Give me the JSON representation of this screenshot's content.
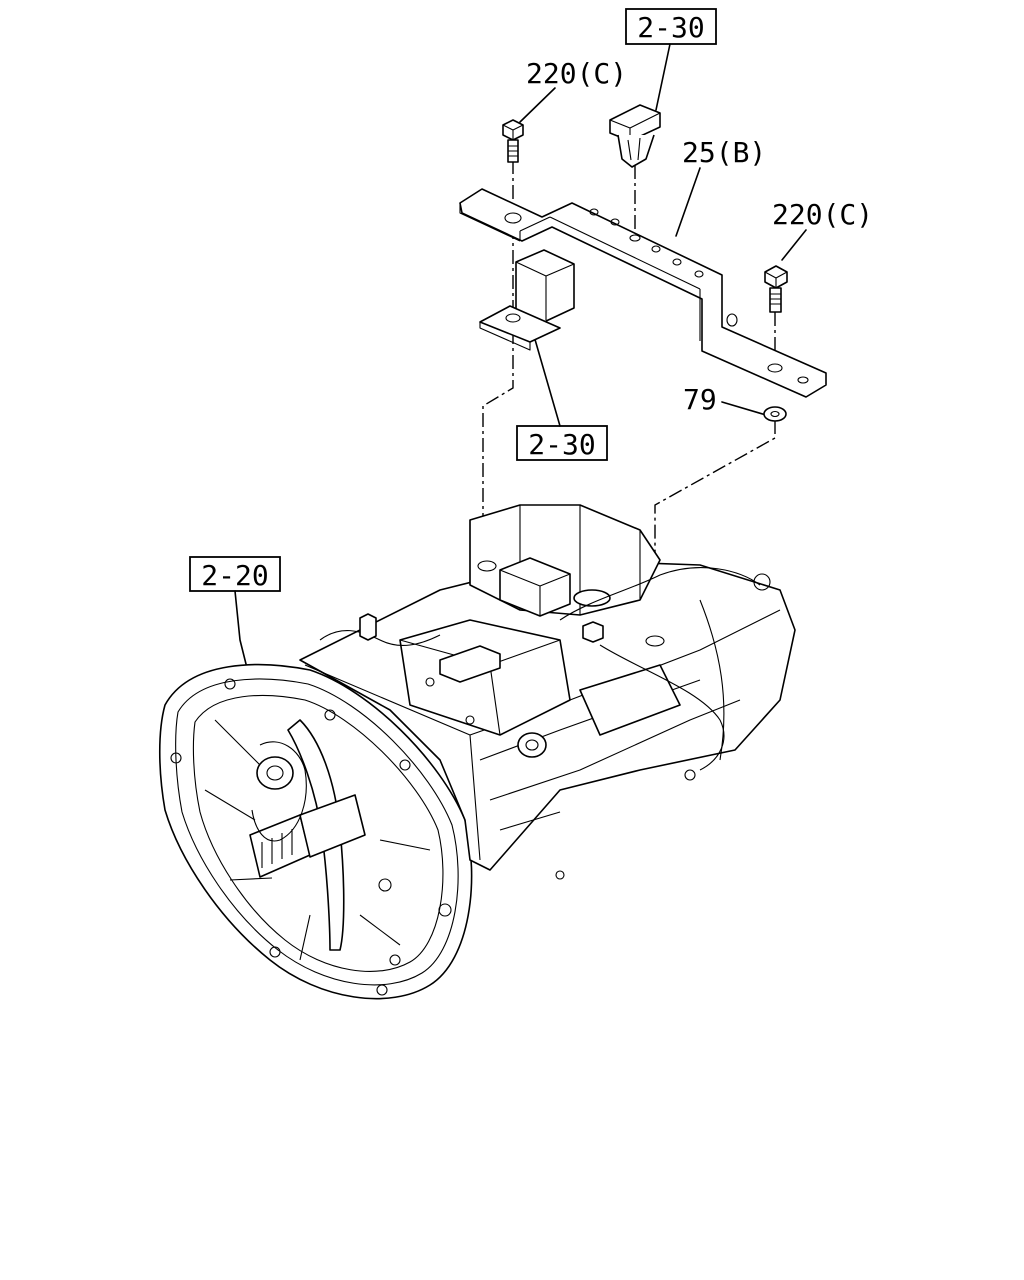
{
  "callouts": {
    "ref_2_30_top": "2-30",
    "bolt_left": "220(C)",
    "bracket": "25(B)",
    "bolt_right": "220(C)",
    "washer": "79",
    "ref_2_30_mid": "2-30",
    "ref_2_20": "2-20"
  }
}
